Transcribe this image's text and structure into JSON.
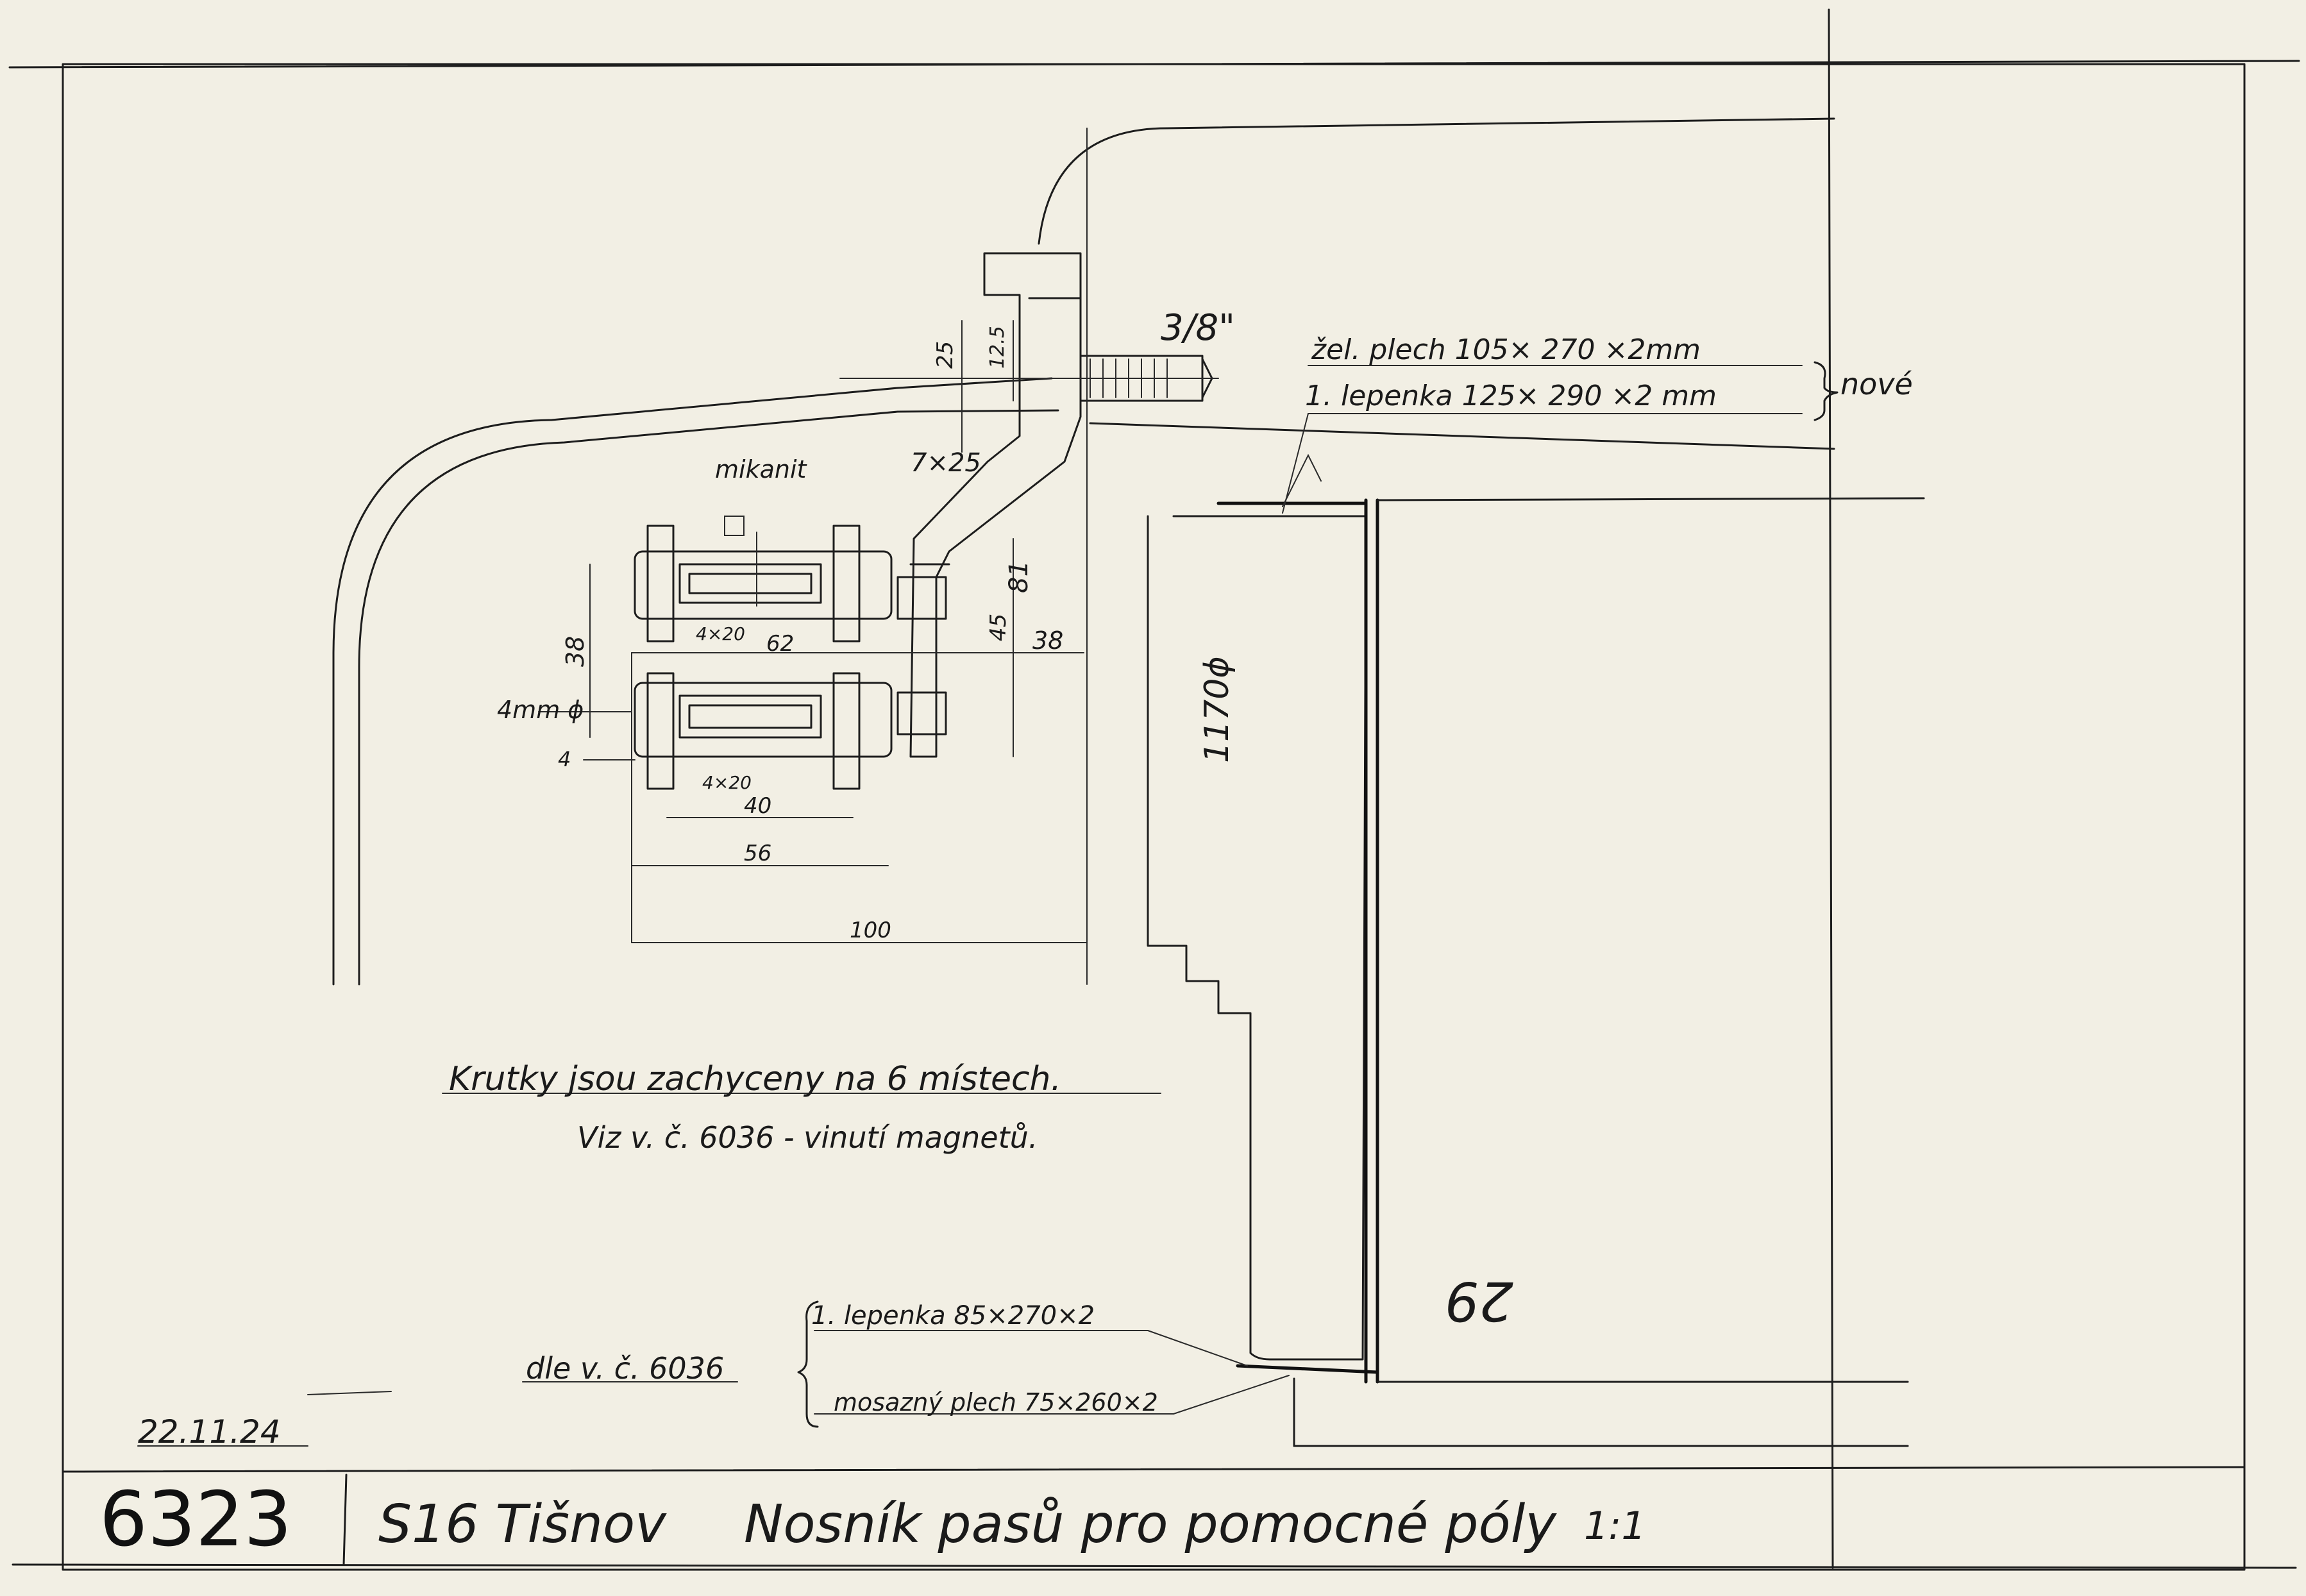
{
  "title_block": {
    "drawing_number": "6323",
    "company": "S16 Tišnov",
    "title": "Nosník pasů pro pomocné póly",
    "scale": "1:1",
    "date": "22.11.24"
  },
  "notes": {
    "line1": "Krutky jsou zachyceny na 6 místech.",
    "line2": "Viz v. č. 6036 - vinutí magnetů."
  },
  "materials_new": {
    "item1": "žel. plech  105× 270 ×2mm",
    "item2": "1. lepenka  125× 290 ×2 mm",
    "brace_label": "nové"
  },
  "materials_bottom": {
    "item1": "1. lepenka  85×270×2",
    "item2": "mosazný plech  75×260×2",
    "ref_label": "dle v. č.  6036"
  },
  "labels": {
    "mikanit": "mikanit",
    "thread": "3/8\"",
    "angle_bar": "7×25",
    "hole": "4mm ϕ",
    "bolt_top": "4×20",
    "bolt_bottom": "4×20",
    "page_mark": "29",
    "diameter": "1170ϕ"
  },
  "dimensions": {
    "d25": "25",
    "d12_5": "12.5",
    "d38_left": "38",
    "d62": "62",
    "d38_right": "38",
    "d45": "45",
    "d81": "81",
    "d4": "4",
    "d40": "40",
    "d56": "56",
    "d100": "100"
  }
}
